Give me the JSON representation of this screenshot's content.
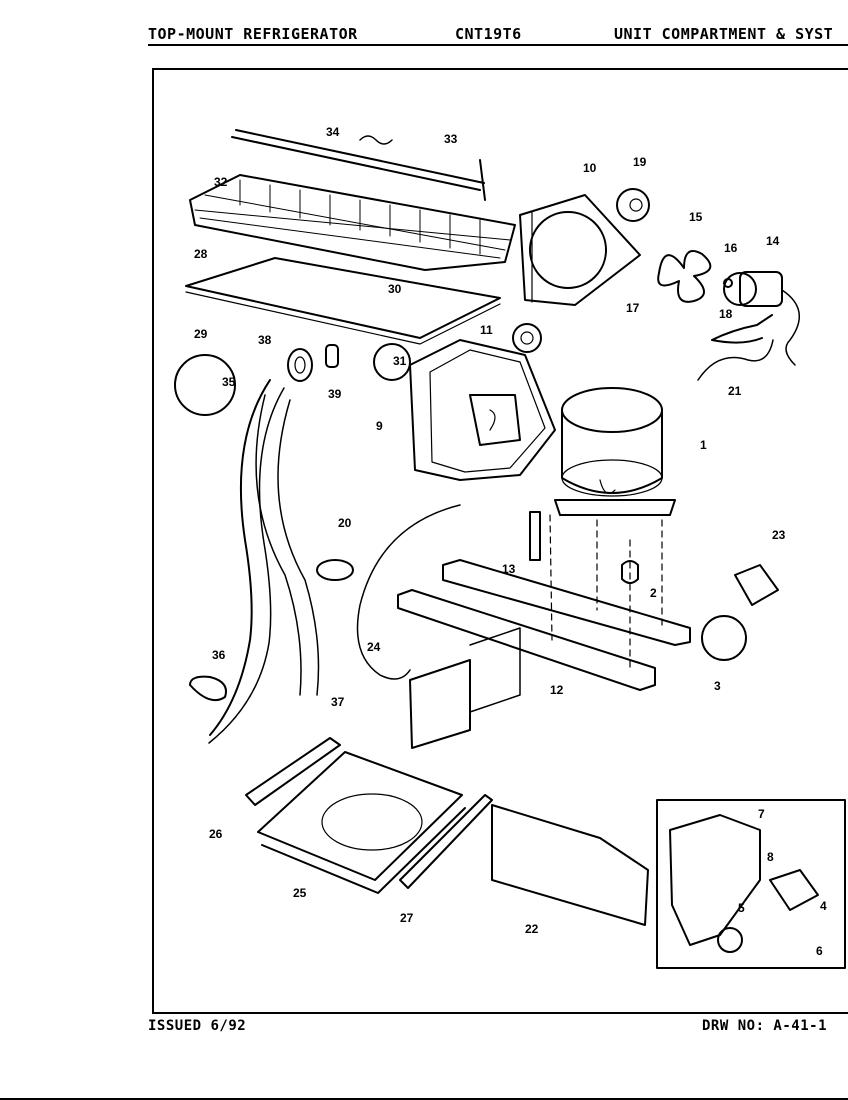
{
  "header": {
    "product": "TOP-MOUNT REFRIGERATOR",
    "model": "CNT19T6",
    "section": "UNIT COMPARTMENT & SYST"
  },
  "footer": {
    "issued": "ISSUED 6/92",
    "drawing_number": "DRW NO: A-41-1"
  },
  "callouts": [
    "34",
    "33",
    "10",
    "19",
    "32",
    "28",
    "15",
    "16",
    "14",
    "30",
    "17",
    "11",
    "29",
    "18",
    "38",
    "31",
    "39",
    "35",
    "21",
    "1",
    "9",
    "20",
    "23",
    "13",
    "2",
    "24",
    "36",
    "3",
    "12",
    "37",
    "7",
    "26",
    "8",
    "4",
    "25",
    "6",
    "27",
    "5",
    "22"
  ]
}
